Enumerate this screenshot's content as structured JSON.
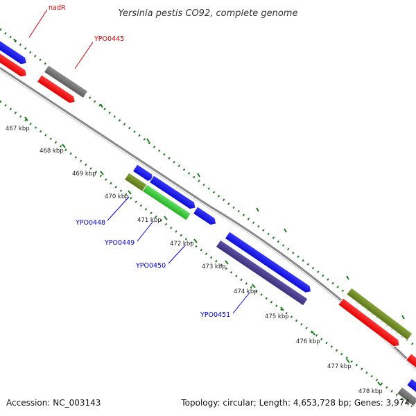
{
  "title": "Yersinia pestis CO92, complete genome",
  "footer": {
    "accession": "Accession: NC_003143",
    "topology": "Topology: circular; Length: 4,653,728 bp; Genes: 3,974"
  },
  "tick_labels": [
    "467 kbp",
    "468 kbp",
    "469 kbp",
    "470 kbp",
    "471 kbp",
    "472 kbp",
    "473 kbp",
    "474 kbp",
    "475 kbp",
    "476 kbp",
    "477 kbp",
    "478 kbp"
  ],
  "gene_labels": {
    "nadR": "nadR",
    "YPO0445": "YPO0445",
    "YPO0448": "YPO0448",
    "YPO0449": "YPO0449",
    "YPO0450": "YPO0450",
    "YPO0451": "YPO0451"
  },
  "colors": {
    "background": "#ffffff",
    "backbone": "#888888",
    "tick_dots": "#1a7a1a",
    "gene_blue": "#1010e0",
    "gene_red": "#ff1010",
    "gene_gray": "#707070",
    "gene_olive": "#6b8a22",
    "gene_green": "#33cc33",
    "gene_indigo": "#4a3f8f",
    "label_red": "#cc0000",
    "label_blue": "#0000cc"
  }
}
